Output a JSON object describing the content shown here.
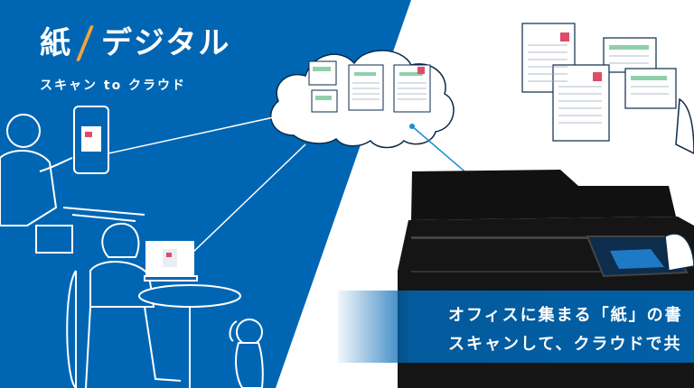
{
  "title": {
    "word1": "紙",
    "word2": "デジタル",
    "subtitle": "スキャン to クラウド"
  },
  "banner": {
    "line1": "オフィスに集まる「紙」の書",
    "line2": "スキャンして、クラウドで共"
  },
  "colors": {
    "brand_blue": "#0066b3",
    "accent_orange": "#f2a33a",
    "line": "#0a2a4a"
  }
}
